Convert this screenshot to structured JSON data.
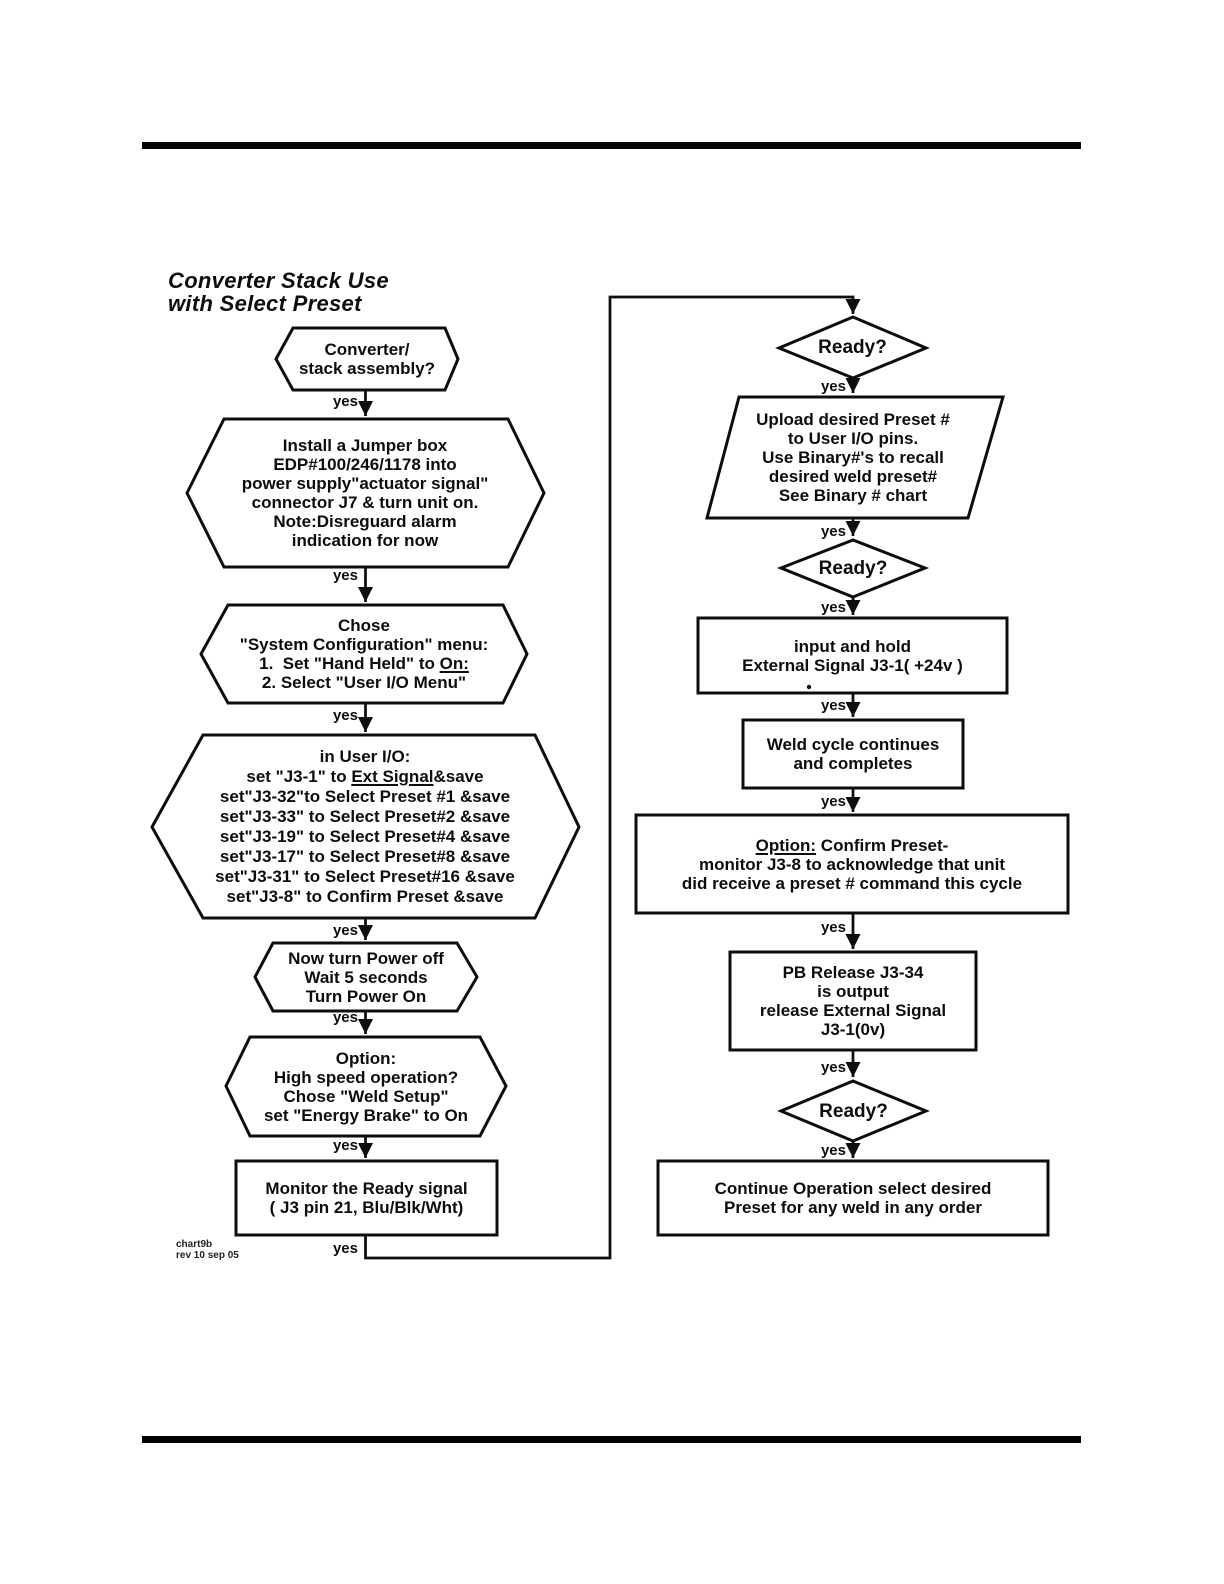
{
  "doc": {
    "title": "Converter Stack Use\nwith Select Preset",
    "footer": "chart9b\nrev 10 sep 05",
    "yes": "yes"
  },
  "colors": {
    "ink": "#0d0d0d",
    "paper": "#ffffff"
  },
  "nodes": {
    "converter_stack": "Converter/\nstack assembly?",
    "install_jumper": "Install a Jumper box\nEDP#100/246/1178 into\npower supply\"actuator signal\"\nconnector J7 & turn unit on.\nNote:Disreguard alarm\nindication for now",
    "chose_config": {
      "l1": "Chose",
      "l2": "\"System Configuration\" menu:",
      "l3a": "1.  Set \"Hand Held\" to ",
      "l3u": "On:",
      "l4": "2. Select \"User I/O Menu\""
    },
    "user_io": {
      "l1": "in User I/O:",
      "l2a": "set \"J3-1\" to ",
      "l2u": "Ext Signal",
      "l2b": "&save",
      "l3": "set\"J3-32\"to Select Preset #1 &save",
      "l4": "set\"J3-33\" to Select Preset#2 &save",
      "l5": "set\"J3-19\" to Select Preset#4 &save",
      "l6": "set\"J3-17\" to Select Preset#8 &save",
      "l7": "set\"J3-31\" to Select Preset#16 &save",
      "l8": "set\"J3-8\" to Confirm Preset &save"
    },
    "power_cycle": "Now turn Power off\nWait 5 seconds\nTurn Power On",
    "option_highspeed": "Option:\nHigh speed operation?\nChose \"Weld Setup\"\nset \"Energy Brake\" to On",
    "monitor_ready": "Monitor the Ready signal\n( J3 pin 21, Blu/Blk/Wht)",
    "ready1": "Ready?",
    "upload_preset": "Upload desired Preset #\nto User I/O pins.\nUse Binary#'s to recall\ndesired weld preset#\nSee Binary # chart",
    "ready2": "Ready?",
    "input_hold": "input and hold\nExternal Signal J3-1( +24v )",
    "weld_cycle": "Weld cycle continues\nand completes",
    "option_confirm": {
      "l1u": "Option:",
      "l1b": " Confirm Preset-",
      "l2": "monitor J3-8 to acknowledge that unit",
      "l3": "did receive a preset # command this cycle"
    },
    "pb_release": "PB Release J3-34\nis output\nrelease External Signal\nJ3-1(0v)",
    "ready3": "Ready?",
    "continue_op": "Continue Operation select desired\nPreset for any weld in any order"
  }
}
